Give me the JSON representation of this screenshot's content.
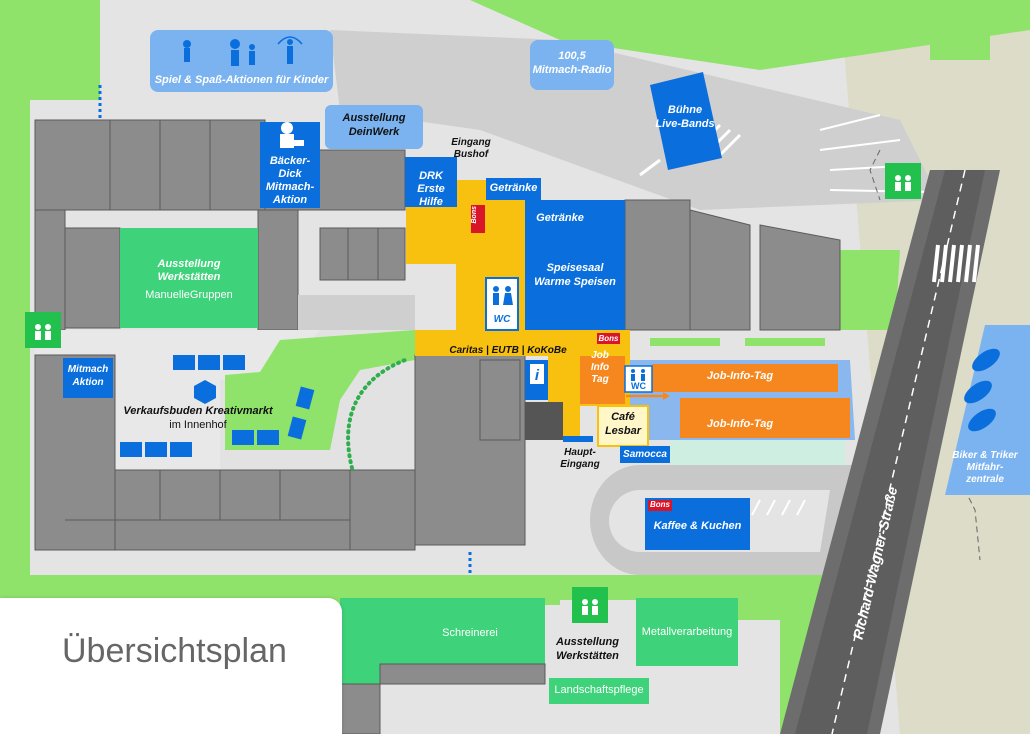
{
  "title": "Übersichtsplan",
  "street": "Richard-Wagner-Straße",
  "labels": {
    "kinder": "Spiel & Spaß-Aktionen für Kinder",
    "radio_freq": "100,5",
    "radio": "Mitmach-Radio",
    "buehne_1": "Bühne",
    "buehne_2": "Live-Bands",
    "ausstellung_deinwerk_1": "Ausstellung",
    "ausstellung_deinwerk_2": "DeinWerk",
    "baecker_1": "Bäcker-",
    "baecker_2": "Dick",
    "baecker_3": "Mitmach-",
    "baecker_4": "Aktion",
    "eingang_bushof_1": "Eingang",
    "eingang_bushof_2": "Bushof",
    "drk_1": "DRK",
    "drk_2": "Erste Hilfe",
    "getraenke_top": "Getränke",
    "getraenke_2": "Getränke",
    "bons": "Bons",
    "speisesaal_1": "Speisesaal",
    "speisesaal_2": "Warme Speisen",
    "wc": "WC",
    "ausstellung_werk_1": "Ausstellung",
    "ausstellung_werk_2": "Werkstätten",
    "manuelle": "ManuelleGruppen",
    "caritas": "Caritas | EUTB | KoKoBe",
    "jobinfo_1": "Job",
    "jobinfo_2": "Info",
    "jobinfo_3": "Tag",
    "jobinfotag_a": "Job-Info-Tag",
    "jobinfotag_b": "Job-Info-Tag",
    "mitmach_1": "Mitmach",
    "mitmach_2": "Aktion",
    "info": "i",
    "verkauf_1": "Verkaufsbuden Kreativmarkt",
    "verkauf_2": "im Innenhof",
    "cafe_1": "Café",
    "cafe_2": "Lesbar",
    "samocca": "Samocca",
    "haupt_1": "Haupt-",
    "haupt_2": "Eingang",
    "kaffee": "Kaffee & Kuchen",
    "biker_1": "Biker & Triker",
    "biker_2": "Mitfahr-",
    "biker_3": "zentrale",
    "schreinerei": "Schreinerei",
    "metall": "Metallverarbeitung",
    "ausstellung_w2_1": "Ausstellung",
    "ausstellung_w2_2": "Werkstätten",
    "landschaft": "Landschaftspflege"
  },
  "colors": {
    "background": "#e4e4e4",
    "building": "#8c8c8c",
    "building_stroke": "#5a5a5a",
    "lightgray": "#d6d6d6",
    "lawn": "#8fe36a",
    "blue": "#0a6fdc",
    "lightblue": "#7ab3f0",
    "yellow": "#f9c10f",
    "orange": "#f5871e",
    "teal_green": "#3ed27a",
    "emergency_green": "#22c04c",
    "bons_red": "#d9152a",
    "street": "#6d6d6d"
  },
  "icons": [
    "children-play-icon",
    "assembly-point-icon",
    "wc-icon",
    "info-icon",
    "chef-icon",
    "motorbike-icon"
  ]
}
